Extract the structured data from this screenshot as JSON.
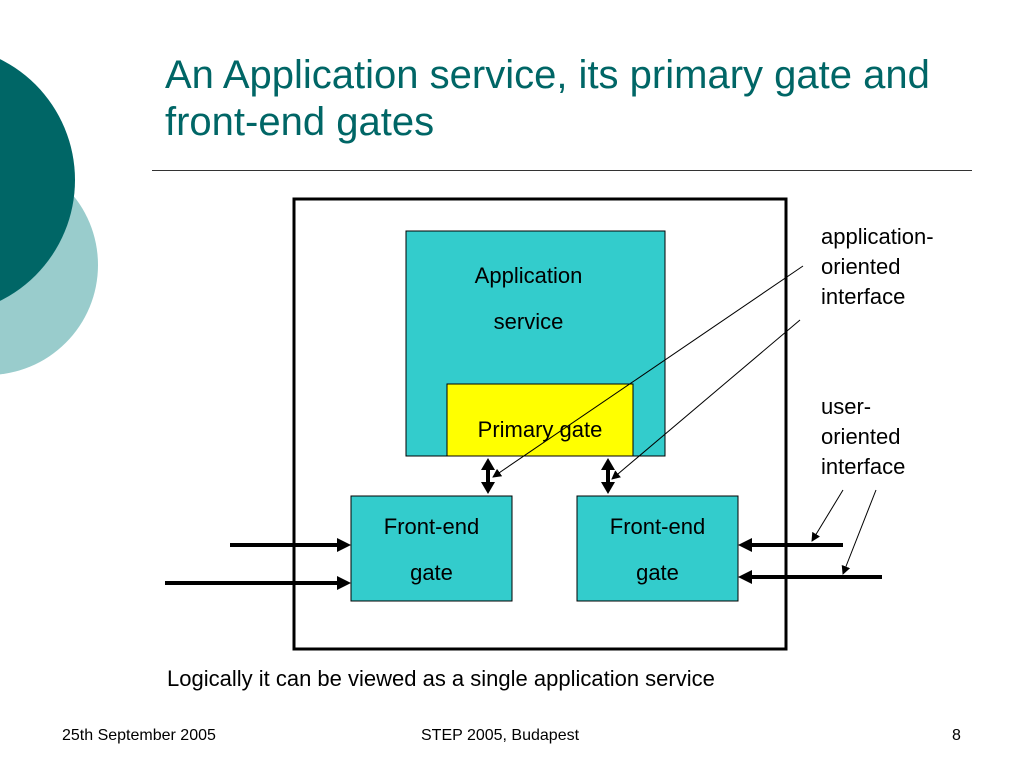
{
  "slide": {
    "title": "An Application service, its primary gate and front-end gates",
    "diagram": {
      "app_service_label_line1": "Application",
      "app_service_label_line2": "service",
      "primary_gate_label": "Primary gate",
      "front_end_left_line1": "Front-end",
      "front_end_left_line2": "gate",
      "front_end_right_line1": "Front-end",
      "front_end_right_line2": "gate",
      "application_interface_label": "application-\noriented\ninterface",
      "user_interface_label": "user-\noriented\ninterface"
    },
    "caption": "Logically it can be viewed as a single application service",
    "footer": {
      "date": "25th September 2005",
      "event": "STEP 2005, Budapest",
      "page_number": "8"
    }
  },
  "colors": {
    "title": "#006666",
    "teal_dark": "#006666",
    "teal_light": "#99CCCC",
    "box_teal": "#33CCCC",
    "primary_gate": "#FFFF00"
  }
}
